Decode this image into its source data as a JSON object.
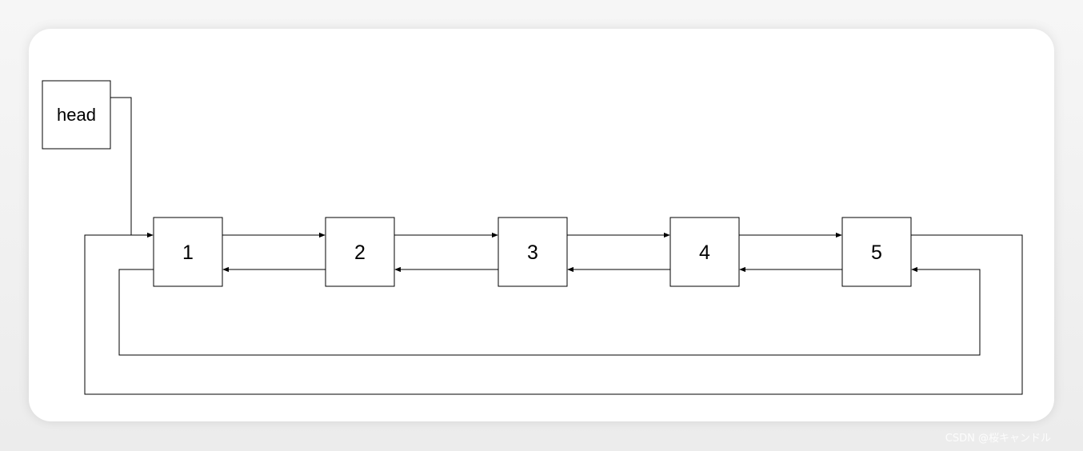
{
  "diagram": {
    "head_label": "head",
    "nodes": [
      "1",
      "2",
      "3",
      "4",
      "5"
    ],
    "stroke_color": "#000000",
    "background_color": "#ffffff"
  },
  "watermark": {
    "text": "CSDN @桜キャンドル"
  }
}
